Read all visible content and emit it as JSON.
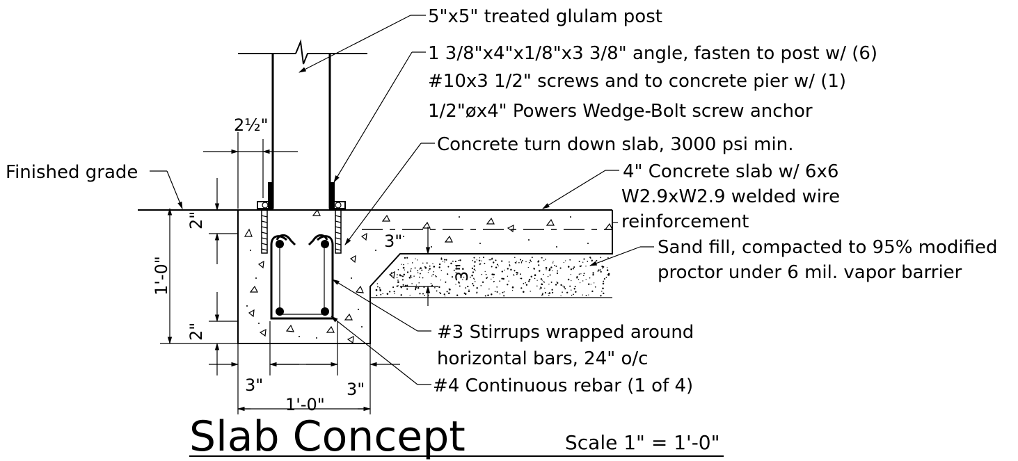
{
  "title": "Slab Concept",
  "scale": "Scale 1\" = 1'-0\"",
  "callouts": {
    "post": "5\"x5\" treated glulam post",
    "angle_line1": "1 3/8\"x4\"x1/8\"x3 3/8\" angle, fasten to post w/ (6)",
    "angle_line2": "#10x3 1/2\" screws and to concrete pier w/ (1)",
    "angle_line3": "1/2\"øx4\" Powers Wedge-Bolt screw anchor",
    "turn_down": "Concrete turn down slab, 3000 psi min.",
    "slab_line1": "4\" Concrete slab w/ 6x6",
    "slab_line2": "W2.9xW2.9 welded wire",
    "slab_line3": "reinforcement",
    "sand_line1": "Sand fill, compacted to 95% modified",
    "sand_line2": "proctor under 6 mil. vapor barrier",
    "stirrups_line1": "#3 Stirrups wrapped around",
    "stirrups_line2": "horizontal bars, 24\" o/c",
    "rebar": "#4 Continuous rebar (1 of 4)",
    "finished_grade": "Finished grade"
  },
  "dimensions": {
    "post_offset": "2½\"",
    "cover_top": "2\"",
    "depth": "1'-0\"",
    "cover_bottom": "2\"",
    "slab_step": "3\"",
    "sand_depth": "3\"",
    "side_left": "3\"",
    "side_right": "3\"",
    "width": "1'-0\""
  }
}
